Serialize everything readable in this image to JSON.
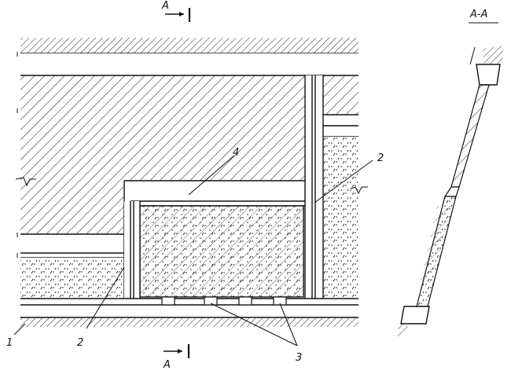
{
  "section_marks": {
    "top": "A",
    "bottom": "A"
  },
  "section_title": "A-A",
  "callouts": {
    "one": "1",
    "two_left": "2",
    "two_right": "2",
    "three": "3",
    "four": "4"
  }
}
